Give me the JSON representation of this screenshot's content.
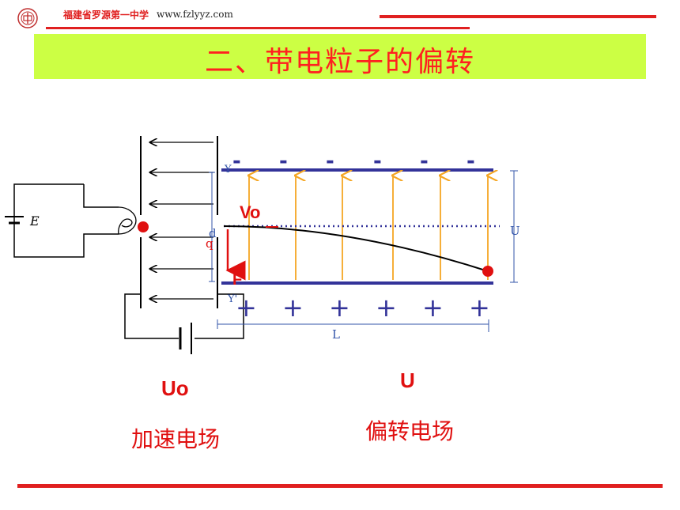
{
  "header": {
    "school_name": "福建省罗源第一中学",
    "website": "www.fzlyyz.com"
  },
  "title": "二、带电粒子的偏转",
  "diagram": {
    "battery_label": "E",
    "velocity_label": "Vo",
    "distance_label": "d",
    "charge_label": "q",
    "force_label": "F",
    "voltage_label": "U",
    "length_label": "L",
    "top_offset_label": "Y",
    "bottom_offset_label": "Y'",
    "minus_sign": "-",
    "plus_sign": "+"
  },
  "captions": {
    "accel_voltage": "Uo",
    "accel_field": "加速电场",
    "deflect_voltage": "U",
    "deflect_field": "偏转电场"
  },
  "colors": {
    "accent_red": "#e02020",
    "plate_blue": "#333399",
    "field_orange": "#f5a623",
    "banner_green": "#ccff44"
  }
}
